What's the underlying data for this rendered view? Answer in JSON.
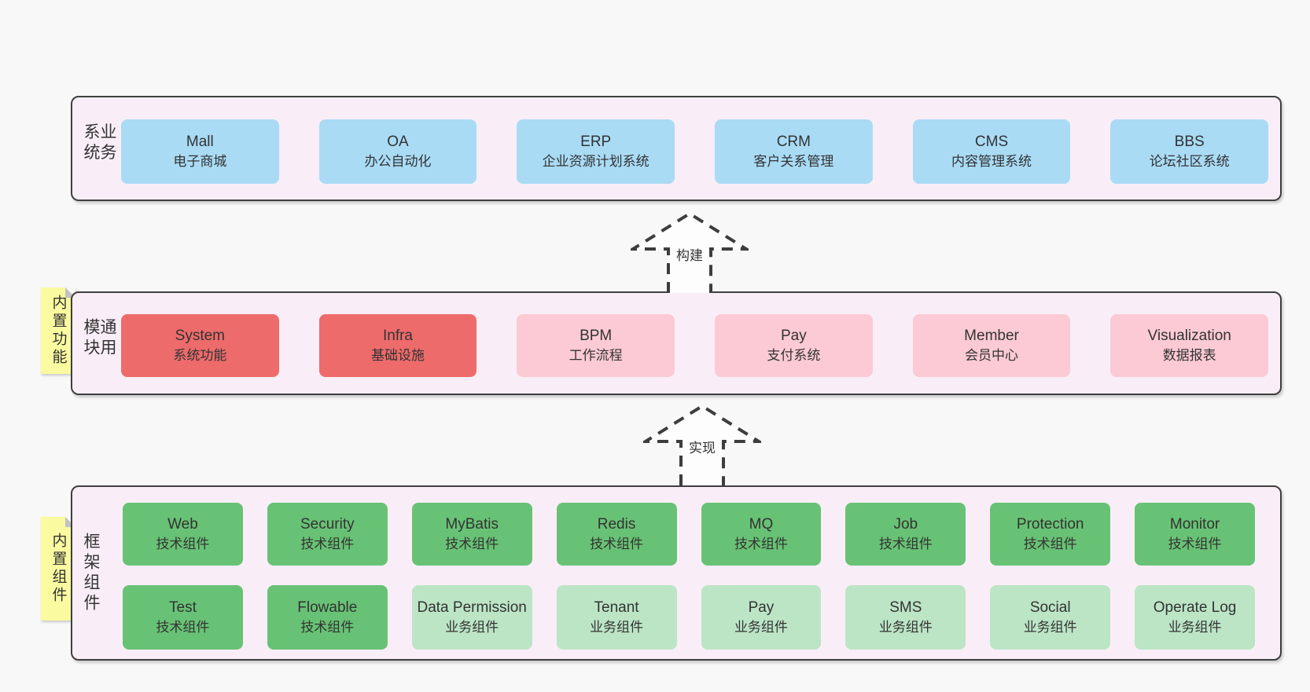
{
  "colors": {
    "background": "#f8f8f8",
    "panel": "#f9eef7",
    "panel_border": "#3f3f3f",
    "blue_box": "#a9dbf5",
    "red_box": "#ee6b6b",
    "pink_box": "#fbcad4",
    "green_box": "#68c275",
    "light_green_box": "#bce5c6",
    "sticky_note": "#fafaa0",
    "text": "#333333"
  },
  "layers": {
    "business": {
      "label": "业务系统",
      "boxes": [
        {
          "title": "Mall",
          "subtitle": "电子商城"
        },
        {
          "title": "OA",
          "subtitle": "办公自动化"
        },
        {
          "title": "ERP",
          "subtitle": "企业资源计划系统"
        },
        {
          "title": "CRM",
          "subtitle": "客户关系管理"
        },
        {
          "title": "CMS",
          "subtitle": "内容管理系统"
        },
        {
          "title": "BBS",
          "subtitle": "论坛社区系统"
        }
      ]
    },
    "modules": {
      "label": "通用模块",
      "sticky": "内置功能",
      "boxes": [
        {
          "title": "System",
          "subtitle": "系统功能"
        },
        {
          "title": "Infra",
          "subtitle": "基础设施"
        },
        {
          "title": "BPM",
          "subtitle": "工作流程"
        },
        {
          "title": "Pay",
          "subtitle": "支付系统"
        },
        {
          "title": "Member",
          "subtitle": "会员中心"
        },
        {
          "title": "Visualization",
          "subtitle": "数据报表"
        }
      ]
    },
    "framework": {
      "label": "框架组件",
      "sticky": "内置组件",
      "row1": [
        {
          "title": "Web",
          "subtitle": "技术组件"
        },
        {
          "title": "Security",
          "subtitle": "技术组件"
        },
        {
          "title": "MyBatis",
          "subtitle": "技术组件"
        },
        {
          "title": "Redis",
          "subtitle": "技术组件"
        },
        {
          "title": "MQ",
          "subtitle": "技术组件"
        },
        {
          "title": "Job",
          "subtitle": "技术组件"
        },
        {
          "title": "Protection",
          "subtitle": "技术组件"
        },
        {
          "title": "Monitor",
          "subtitle": "技术组件"
        }
      ],
      "row2": [
        {
          "title": "Test",
          "subtitle": "技术组件"
        },
        {
          "title": "Flowable",
          "subtitle": "技术组件"
        },
        {
          "title": "Data Permission",
          "subtitle": "业务组件"
        },
        {
          "title": "Tenant",
          "subtitle": "业务组件"
        },
        {
          "title": "Pay",
          "subtitle": "业务组件"
        },
        {
          "title": "SMS",
          "subtitle": "业务组件"
        },
        {
          "title": "Social",
          "subtitle": "业务组件"
        },
        {
          "title": "Operate Log",
          "subtitle": "业务组件"
        }
      ]
    }
  },
  "arrows": {
    "build": "构建",
    "implement": "实现"
  }
}
